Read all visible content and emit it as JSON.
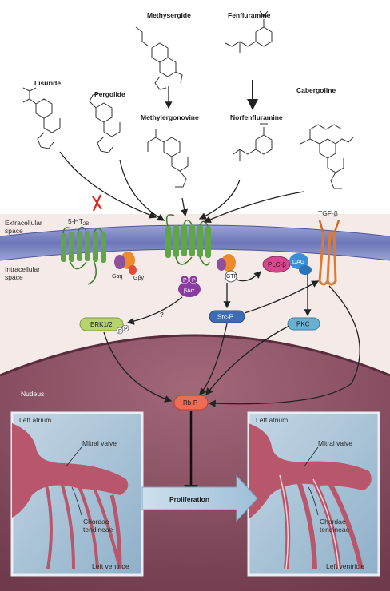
{
  "drugs": {
    "methysergide": "Methysergide",
    "fenfluramine": "Fenfluramine",
    "lisuride": "Lisuride",
    "pergolide": "Pergolide",
    "cabergoline": "Cabergoline",
    "methylergonovine": "Methylergonovine",
    "norfenfluramine": "Norfenfluramine"
  },
  "membrane": {
    "extracellular": [
      "Extracellular",
      "space"
    ],
    "intracellular": [
      "Intracellular",
      "space"
    ],
    "receptor_5ht2b": "5-HT",
    "receptor_5ht2b_sub": "2B",
    "tgf_beta": "TGF-β"
  },
  "signaling": {
    "gaq": "Gαq",
    "gbg": "Gβγ",
    "p1": "P",
    "p2": "P",
    "barr": "βArr",
    "gtp": "GTP",
    "plc": "PLC-β",
    "dag": "DAG",
    "question": "?",
    "erk": "ERK1/2",
    "erk_p1": "P",
    "erk_p2": "P",
    "src": "Src-P",
    "pkc": "PKC"
  },
  "nucleus": {
    "label": "Nudeus",
    "rbp": "Rb-P"
  },
  "heart_left": {
    "atrium": "Left atrium",
    "mitral": "Mitral valve",
    "chordae": [
      "Chordae",
      "tendineae"
    ],
    "ventricle": "Left ventride"
  },
  "heart_right": {
    "atrium": "Left atrium",
    "mitral": "Mitral valve",
    "chordae": [
      "Chordae",
      "tendineae"
    ],
    "ventricle": "Left ventricle"
  },
  "proliferation": "Proliferation",
  "colors": {
    "membrane": "#7f87c4",
    "receptor": "#5fa646",
    "nucleus": "#8a4f63",
    "cytoplasm": "#f5ede9",
    "rbp": "#ee6b55",
    "erk": "#b7d36b",
    "src": "#3d6cb5",
    "pkc": "#6bb0d0",
    "plc": "#d8478d",
    "dag": "#3a8fd5",
    "tgf": "#e07a30",
    "barr": "#8a3b9f",
    "heart_bg": "#a7c2d7"
  }
}
